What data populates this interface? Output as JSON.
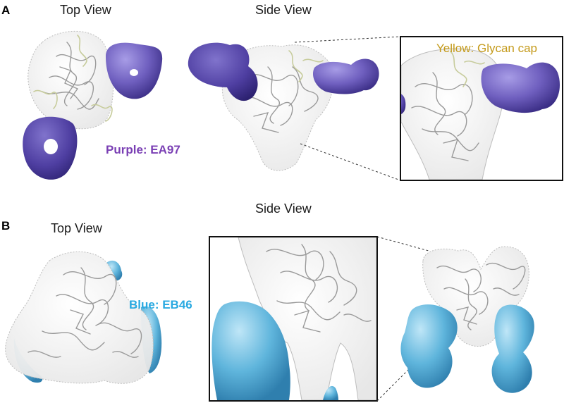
{
  "panels": [
    {
      "letter": "A",
      "top_view_title": "Top View",
      "side_view_title": "Side View",
      "legend_purple": "Purple: EA97",
      "legend_yellow": "Yellow: Glycan cap"
    },
    {
      "letter": "B",
      "top_view_title": "Top View",
      "side_view_title": "Side View",
      "legend_blue": "Blue: EB46"
    }
  ],
  "colors": {
    "purple": "#6f5fbf",
    "purple_label": "#7a3fb4",
    "yellow_label": "#c49a1a",
    "blue": "#56aed6",
    "blue_label": "#29a9e1",
    "envelope": "#f4f4f4",
    "ribbon": "#9a9a9a",
    "glycan": "#c7cc9c"
  }
}
